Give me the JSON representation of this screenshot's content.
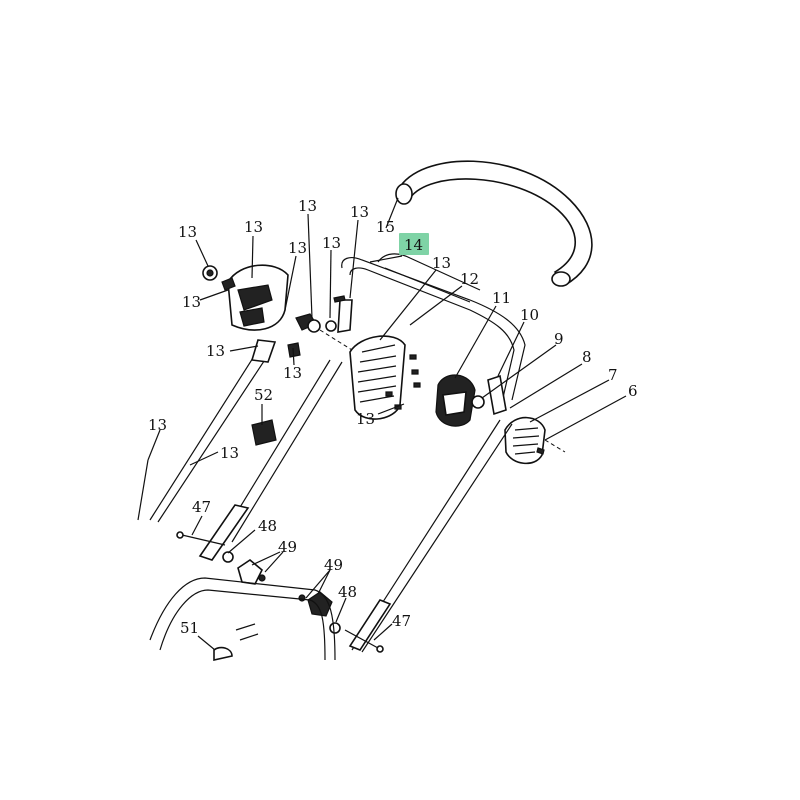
{
  "diagram": {
    "highlight_color": "#7fd3a6",
    "highlighted_label": "14",
    "callouts": [
      {
        "id": "c15",
        "text": "15"
      },
      {
        "id": "c14",
        "text": "14"
      },
      {
        "id": "c13a",
        "text": "13"
      },
      {
        "id": "c13b",
        "text": "13"
      },
      {
        "id": "c13c",
        "text": "13"
      },
      {
        "id": "c13d",
        "text": "13"
      },
      {
        "id": "c13e",
        "text": "13"
      },
      {
        "id": "c13f",
        "text": "13"
      },
      {
        "id": "c13g",
        "text": "13"
      },
      {
        "id": "c13h",
        "text": "13"
      },
      {
        "id": "c13i",
        "text": "13"
      },
      {
        "id": "c13j",
        "text": "13"
      },
      {
        "id": "c13k",
        "text": "13"
      },
      {
        "id": "c13l",
        "text": "13"
      },
      {
        "id": "c13m",
        "text": "13"
      },
      {
        "id": "c12",
        "text": "12"
      },
      {
        "id": "c11",
        "text": "11"
      },
      {
        "id": "c10",
        "text": "10"
      },
      {
        "id": "c9",
        "text": "9"
      },
      {
        "id": "c8",
        "text": "8"
      },
      {
        "id": "c7",
        "text": "7"
      },
      {
        "id": "c6",
        "text": "6"
      },
      {
        "id": "c52",
        "text": "52"
      },
      {
        "id": "c47a",
        "text": "47"
      },
      {
        "id": "c48a",
        "text": "48"
      },
      {
        "id": "c49a",
        "text": "49"
      },
      {
        "id": "c49b",
        "text": "49"
      },
      {
        "id": "c48b",
        "text": "48"
      },
      {
        "id": "c47b",
        "text": "47"
      },
      {
        "id": "c51",
        "text": "51"
      }
    ]
  }
}
